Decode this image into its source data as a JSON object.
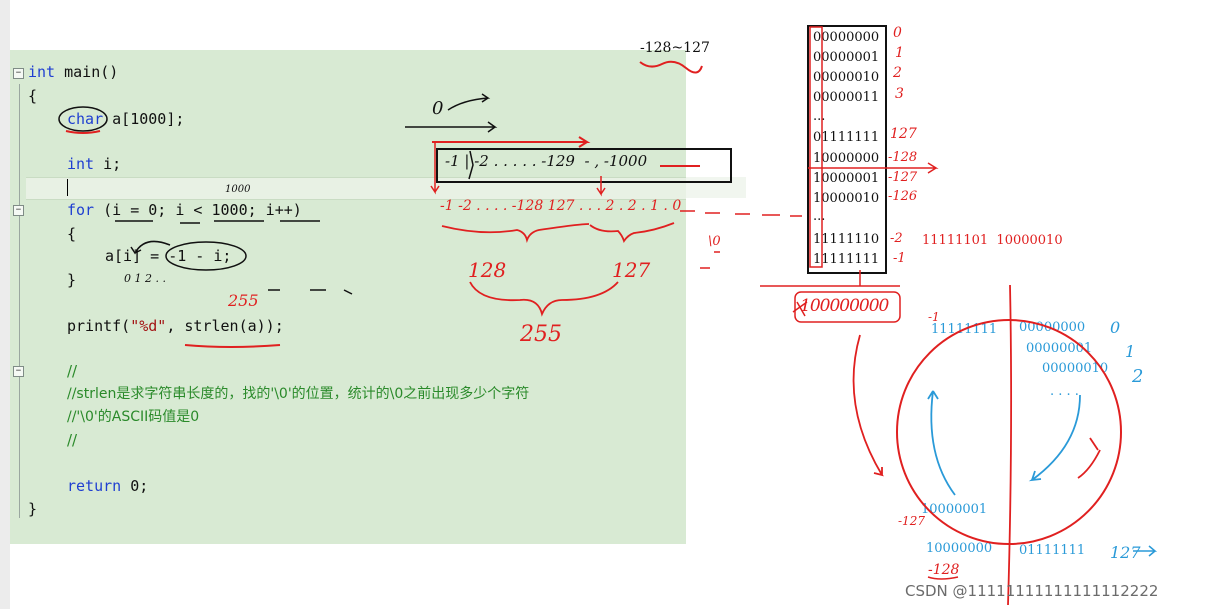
{
  "code": {
    "main_sig": {
      "kw": "int",
      "rest": " main()"
    },
    "open_main": "{",
    "decl": {
      "kw": "char",
      "rest": " a[1000];"
    },
    "decl_i": {
      "kw": "int",
      "rest": " i;"
    },
    "for_line": {
      "kw": "for",
      "rest": " (i = 0; i < 1000; i++)"
    },
    "open_for": "{",
    "assign": "a[i] = -1 - i;",
    "close_for": "}",
    "printf": {
      "fn": "printf(",
      "str": "\"%d\"",
      "rest": ", strlen(a));"
    },
    "comment1": "//",
    "comment2": "//strlen是求字符串长度的，找的'\\0'的位置，统计的\\0之前出现多少个字符",
    "comment3": "//'\\0'的ASCII码值是0",
    "comment4": "//",
    "ret": {
      "kw": "return",
      "rest": " 0;"
    },
    "close_main": "}"
  },
  "annotations": {
    "range": "-128~127",
    "note_1000": "1000",
    "note_01": "0 1 2 . .",
    "note_255a": "255",
    "note_255b": "255",
    "box_text": "-1 | -2 . . . . . -129  - , -1000",
    "seq": "-1 -2 . . . . -128 127 . . . 2 . 2 . 1 . 0",
    "n128": "128",
    "n127": "127",
    "n0": "\\0",
    "top_scribble": "0",
    "overflow": "100000000"
  },
  "table": {
    "rows": [
      "00000000",
      "00000001",
      "00000010",
      "00000011",
      "...",
      "01111111",
      "10000000",
      "10000001",
      "10000010",
      "...",
      "11111110",
      "11111111"
    ],
    "labels": [
      "0",
      "1",
      "2",
      "3",
      "127",
      "-128",
      "-127",
      "-126",
      "-2",
      "-1"
    ],
    "side_text": "11111101  10000010"
  },
  "circle": {
    "top_left": "11111111",
    "top_left_mark": "-1",
    "right_1": "00000000",
    "right_2": "00000001",
    "right_3": "00000010",
    "dots": ". . . .",
    "lower_left": "10000001",
    "bottom_left": "10000000",
    "bottom_right": "01111111",
    "lab_0": "0",
    "lab_1": "1",
    "lab_2": "2",
    "lab_m127": "-127",
    "lab_m128": "-128",
    "lab_127": "127"
  },
  "watermark": "CSDN @11111111111111112222"
}
